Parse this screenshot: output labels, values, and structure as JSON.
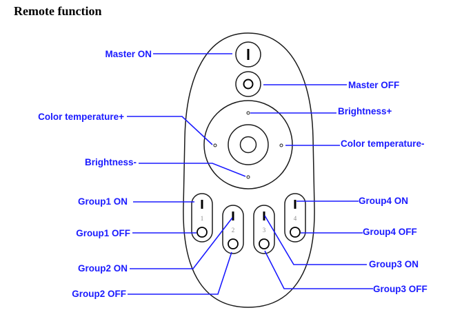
{
  "title": "Remote function",
  "colors": {
    "label": "#1a1aff",
    "leader_line": "#1a1aff",
    "outline": "#1a1a1a",
    "group_number": "#888888"
  },
  "remote": {
    "master_on_symbol": "I",
    "master_off_symbol": "O",
    "group_numbers": [
      "1",
      "2",
      "3",
      "4"
    ]
  },
  "labels": {
    "master_on": "Master ON",
    "master_off": "Master OFF",
    "color_temp_plus": "Color temperature+",
    "brightness_plus": "Brightness+",
    "color_temp_minus": "Color temperature-",
    "brightness_minus": "Brightness-",
    "group1_on": "Group1 ON",
    "group1_off": "Group1 OFF",
    "group2_on": "Group2 ON",
    "group2_off": "Group2 OFF",
    "group3_on": "Group3 ON",
    "group3_off": "Group3 OFF",
    "group4_on": "Group4 ON",
    "group4_off": "Group4 OFF"
  }
}
